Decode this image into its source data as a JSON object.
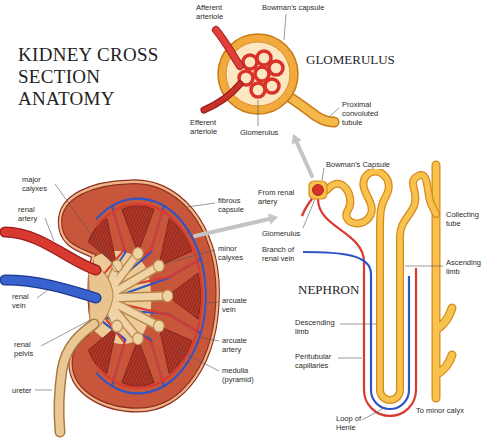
{
  "diagram": {
    "title": "KIDNEY CROSS SECTION ANATOMY",
    "labels": [
      "Afferent arteriole",
      "Bowman's capsule",
      "GLOMERULUS",
      "Proximal convoluted tubule",
      "Efferent arteriole",
      "Glomerulus",
      "Bowman's Capsule",
      "major calyxes",
      "fibrous capsule",
      "From renal artery",
      "Collecting tube",
      "renal artery",
      "minor calyxes",
      "Glomerulus",
      "Branch of renal vein",
      "Ascending limb",
      "NEPHRON",
      "renal vein",
      "arcuate vein",
      "Descending limb",
      "arcuate artery",
      "renal pelvis",
      "Peritubular capillaries",
      "medulla (pyramid)",
      "ureter",
      "To minor calyx",
      "Loop of Henle"
    ]
  }
}
